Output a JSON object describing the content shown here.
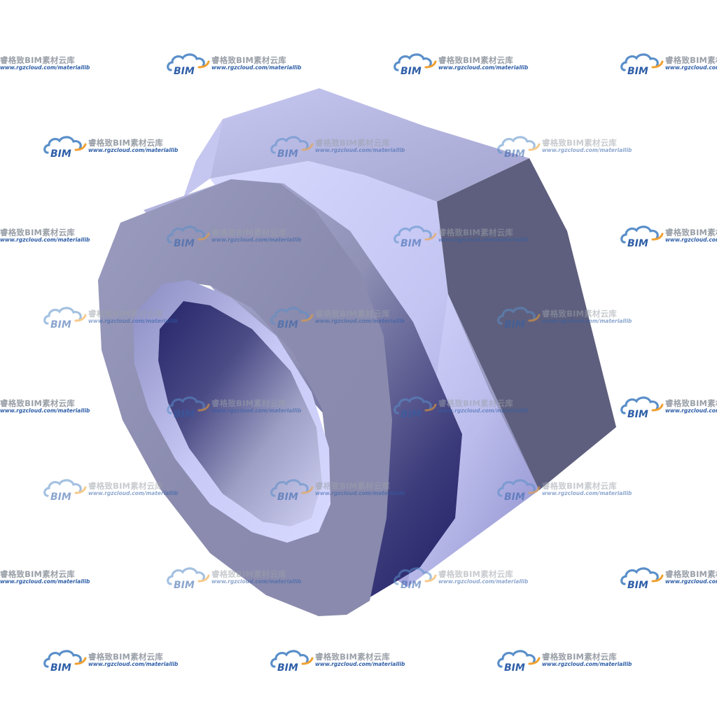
{
  "watermark": {
    "logo_text": "BIM",
    "title": "睿格致BIM素材云库",
    "url": "www.rgzcloud.com/materiallib"
  },
  "model": {
    "subject": "hex-flange-nut-icon"
  },
  "colors": {
    "background": "#ffffff",
    "nut_light": "#d6d7ff",
    "nut_mid": "#a8a9cf",
    "nut_dark": "#5e5f7e",
    "bore_dark": "#1e1d66",
    "logo_blue": "#5a8fc9",
    "logo_orange": "#f0a030",
    "url_blue": "#2f5fa8"
  }
}
